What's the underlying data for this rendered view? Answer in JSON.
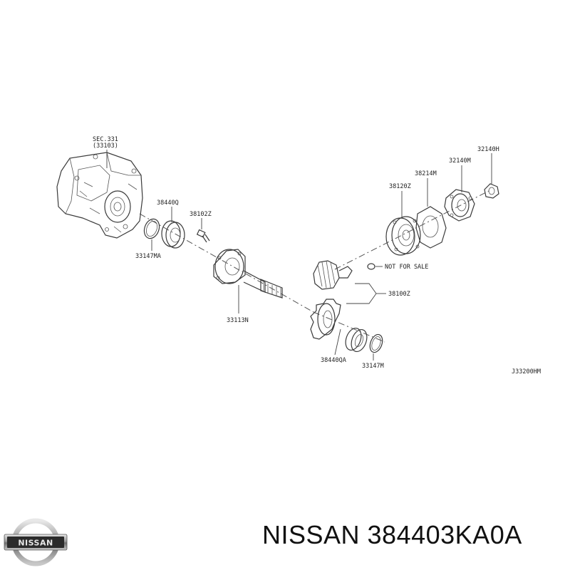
{
  "diagram": {
    "labels": {
      "sec": "SEC.331",
      "sec_ref": "(33103)",
      "p38440q": "38440Q",
      "p38102z": "38102Z",
      "p33147ma": "33147MA",
      "p33113n": "33113N",
      "p38120z": "38120Z",
      "p38214m": "38214M",
      "p32140m": "32140M",
      "p32140h": "32140H",
      "not_for_sale": "NOT FOR SALE",
      "p38100z": "38100Z",
      "p38440qa": "38440QA",
      "p33147m": "33147M",
      "fig_code": "J33200HM"
    }
  },
  "footer": {
    "brand_logo_text": "NISSAN",
    "part_title": "NISSAN 384403KA0A"
  }
}
